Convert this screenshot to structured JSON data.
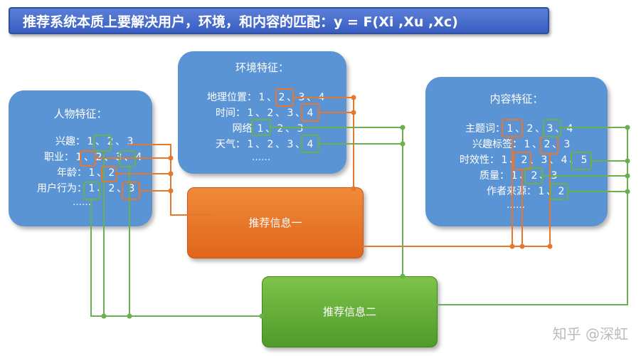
{
  "title": "推荐系统本质上要解决用户，环境，和内容的匹配：y = F(Xi ,Xu ,Xc)",
  "person": {
    "heading": "人物特征：",
    "rows": [
      {
        "label": "兴趣：",
        "nums": [
          "1",
          "2",
          "3"
        ]
      },
      {
        "label": "职业：",
        "nums": [
          "1",
          "2",
          "3",
          "4"
        ]
      },
      {
        "label": "年龄：",
        "nums": [
          "1",
          "2"
        ]
      },
      {
        "label": "用户行为：",
        "nums": [
          "1",
          "2",
          "3"
        ]
      }
    ],
    "ellipsis": "……"
  },
  "env": {
    "heading": "环境特征：",
    "rows": [
      {
        "label": "地理位置：",
        "nums": [
          "1",
          "2",
          "3",
          "4"
        ]
      },
      {
        "label": "时间：",
        "nums": [
          "1",
          "2",
          "3",
          "4"
        ]
      },
      {
        "label": "网络",
        "nums": [
          "1",
          "2",
          "3"
        ]
      },
      {
        "label": "天气：",
        "nums": [
          "1",
          "2",
          "3",
          "4"
        ]
      }
    ],
    "ellipsis": "……"
  },
  "content": {
    "heading": "内容特征：",
    "rows": [
      {
        "label": "主题词：",
        "nums": [
          "1",
          "2",
          "3",
          "4"
        ]
      },
      {
        "label": "兴趣标签：",
        "nums": [
          "1",
          "2",
          "3"
        ]
      },
      {
        "label": "时效性：",
        "nums": [
          "1",
          "2",
          "3",
          "4",
          "5"
        ]
      },
      {
        "label": "质量：",
        "nums": [
          "1",
          "2",
          "3"
        ]
      },
      {
        "label": "作者来源：",
        "nums": [
          "1",
          "2"
        ]
      }
    ],
    "ellipsis": "……"
  },
  "info_one": "推荐信息一",
  "info_two": "推荐信息二",
  "watermark": "知乎 @深虹",
  "colors": {
    "orange": "#e8772e",
    "green": "#6ab04c",
    "blue_box": "#5b94d4"
  }
}
